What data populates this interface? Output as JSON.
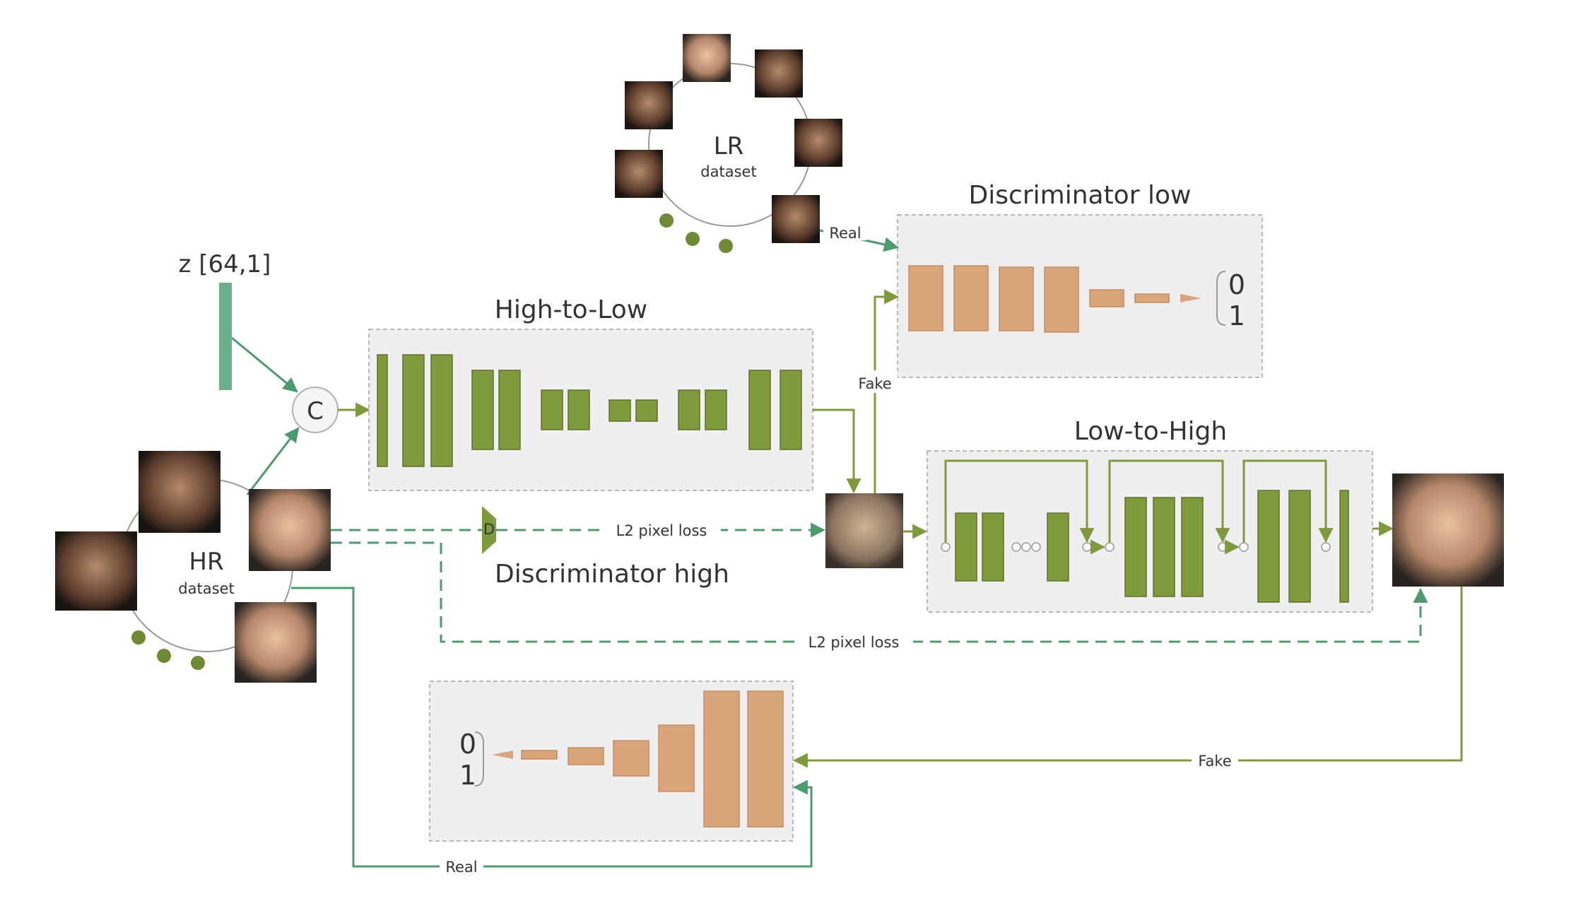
{
  "colors": {
    "generator_block": "#7e9a3c",
    "discriminator_block": "#d9a57a",
    "real_link": "#4d9a6e",
    "fake_link": "#7e9a3c",
    "latent_vector": "#6aae8a"
  },
  "labels": {
    "z_vector": "z [64,1]",
    "concat": "C",
    "high_to_low": "High-to-Low",
    "low_to_high": "Low-to-High",
    "discriminator_low": "Discriminator low",
    "discriminator_high": "Discriminator high",
    "lr_dataset_title": "LR",
    "lr_dataset_sub": "dataset",
    "hr_dataset_title": "HR",
    "hr_dataset_sub": "dataset",
    "real_top": "Real",
    "fake_top": "Fake",
    "real_bottom": "Real",
    "fake_bottom": "Fake",
    "l2_loss_top": "L2 pixel loss",
    "l2_loss_bottom": "L2 pixel loss",
    "dlow_out_0": "0",
    "dlow_out_1": "1",
    "dhigh_out_0": "0",
    "dhigh_out_1": "1",
    "dhigh_small": "D"
  },
  "icons": [
    "face-thumbnail",
    "concat-node-icon",
    "dataset-dot"
  ]
}
